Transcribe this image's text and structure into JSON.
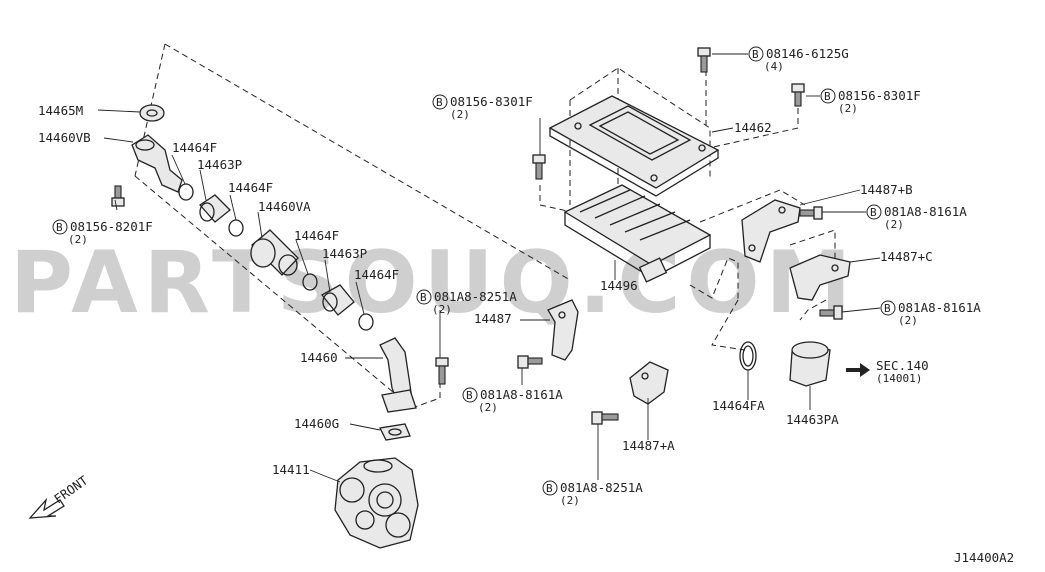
{
  "watermark": "PARTSOUQ.COM",
  "diagram_code": "J14400A2",
  "front_label": "FRONT",
  "bolt_symbol": "B",
  "parts": {
    "p14465M": "14465M",
    "p14460VB": "14460VB",
    "p14464F_1": "14464F",
    "p14463P_1": "14463P",
    "p14464F_2": "14464F",
    "p14460VA": "14460VA",
    "p14464F_3": "14464F",
    "p14463P_2": "14463P",
    "p14464F_4": "14464F",
    "p14460": "14460",
    "p14460G": "14460G",
    "p14411": "14411",
    "p14487": "14487",
    "p14496": "14496",
    "p14462": "14462",
    "p14487B": "14487+B",
    "p14487C": "14487+C",
    "p14487A": "14487+A",
    "p14464FA": "14464FA",
    "p14463PA": "14463PA",
    "sec": "SEC.140",
    "sec_sub": "(14001)"
  },
  "bolts": {
    "b1": {
      "code": "08156-8201F",
      "qty": "(2)"
    },
    "b2": {
      "code": "081A8-8251A",
      "qty": "(2)"
    },
    "b3": {
      "code": "081A8-8161A",
      "qty": "(2)"
    },
    "b4": {
      "code": "08156-8301F",
      "qty": "(2)"
    },
    "b5": {
      "code": "08146-6125G",
      "qty": "(4)"
    },
    "b6": {
      "code": "08156-8301F",
      "qty": "(2)"
    },
    "b7": {
      "code": "081A8-8161A",
      "qty": "(2)"
    },
    "b8": {
      "code": "081A8-8161A",
      "qty": "(2)"
    },
    "b9": {
      "code": "081A8-8251A",
      "qty": "(2)"
    }
  }
}
